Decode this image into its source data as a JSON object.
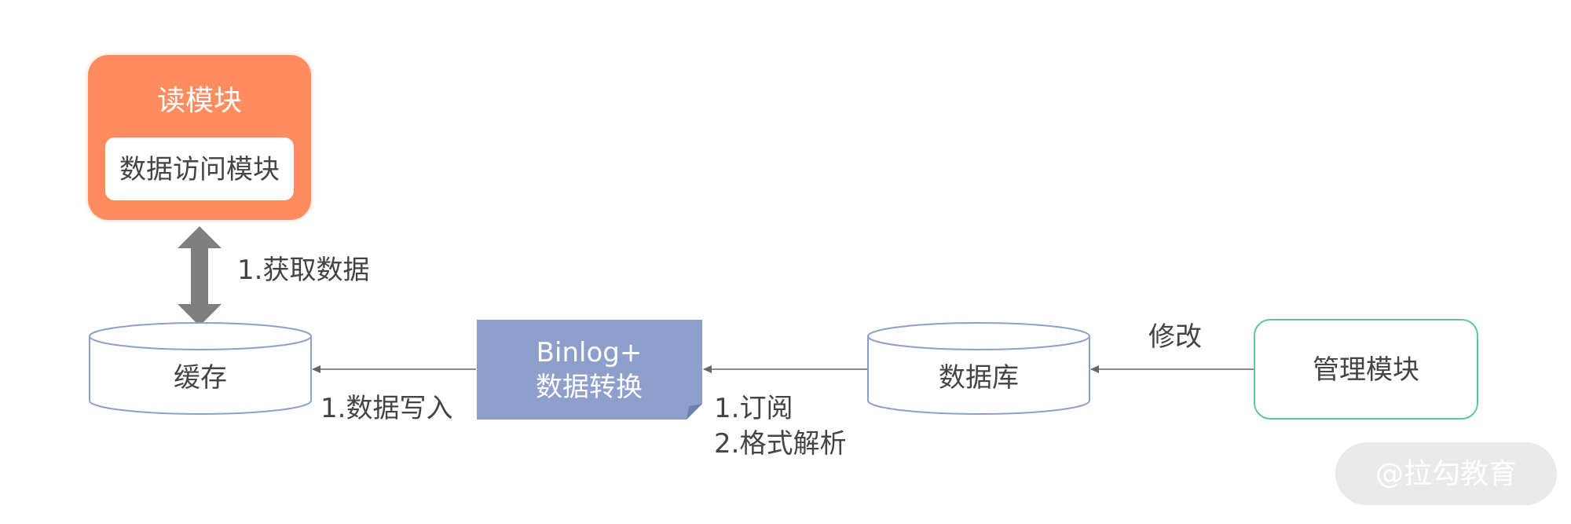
{
  "read_module": {
    "title": "读模块",
    "inner_label": "数据访问模块"
  },
  "edges": {
    "get_data": "1.获取数据",
    "write_data": "1.数据写入",
    "subscribe": "1.订阅",
    "parse_format": "2.格式解析",
    "modify": "修改"
  },
  "nodes": {
    "cache": "缓存",
    "binlog_line1": "Binlog+",
    "binlog_line2": "数据转换",
    "database": "数据库",
    "admin_module": "管理模块"
  },
  "watermark": {
    "text": "@拉勾教育"
  },
  "colors": {
    "read_module_fill": "#FF8C5F",
    "binlog_fill": "#8E9FCB",
    "cylinder_stroke": "#8E9FCB",
    "admin_stroke": "#5BC89A",
    "arrow": "#666666",
    "text": "#444444"
  }
}
